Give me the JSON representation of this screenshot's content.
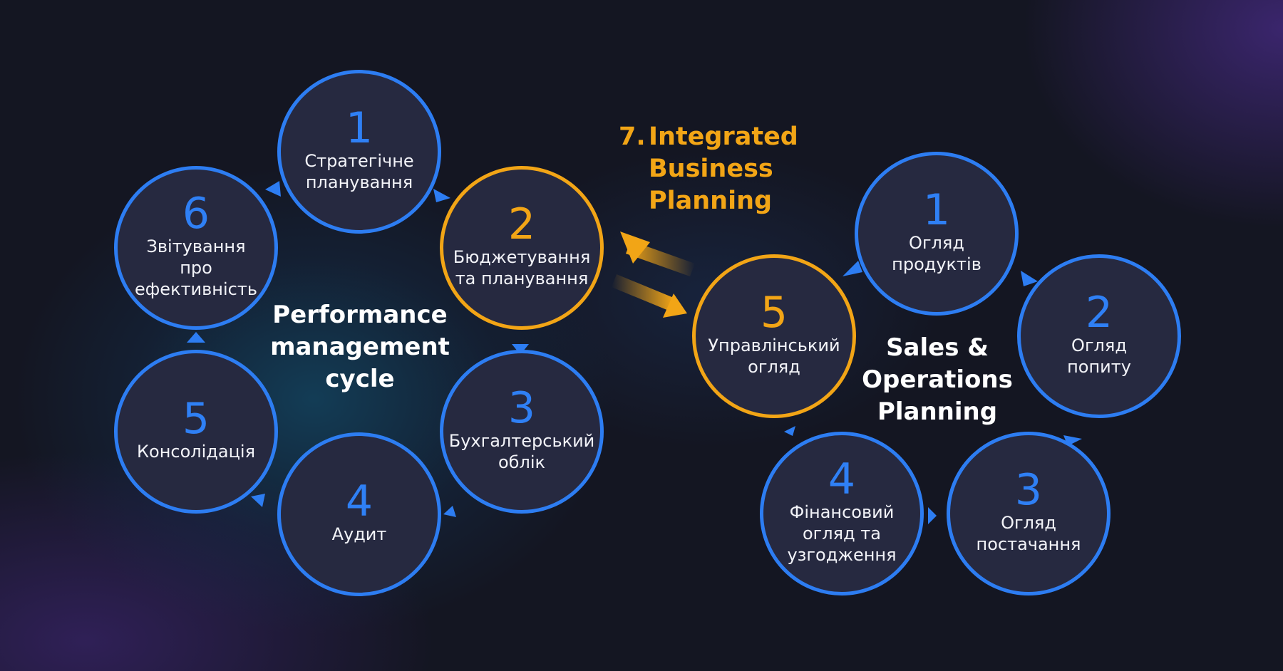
{
  "integrated_title": {
    "number": "7.",
    "line1": "Integrated",
    "line2": "Business",
    "line3": "Planning"
  },
  "pm_cycle": {
    "title": "Performance\nmanagement\ncycle",
    "steps": [
      {
        "num": "1",
        "label": "Стратегічне\nпланування"
      },
      {
        "num": "2",
        "label": "Бюджетування\nта планування"
      },
      {
        "num": "3",
        "label": "Бухгалтерський\nоблік"
      },
      {
        "num": "4",
        "label": "Аудит"
      },
      {
        "num": "5",
        "label": "Консолідація"
      },
      {
        "num": "6",
        "label": "Звітування\nпро\nефективність"
      }
    ]
  },
  "sop_cycle": {
    "title": "Sales &\nOperations\nPlanning",
    "steps": [
      {
        "num": "1",
        "label": "Огляд\nпродуктів"
      },
      {
        "num": "2",
        "label": "Огляд\nпопиту"
      },
      {
        "num": "3",
        "label": "Огляд\nпостачання"
      },
      {
        "num": "4",
        "label": "Фінансовий\nогляд та\nузгодження"
      },
      {
        "num": "5",
        "label": "Управлінський\nогляд"
      }
    ]
  },
  "colors": {
    "background": "#141622",
    "circle_fill": "#262940",
    "blue": "#2d7df2",
    "amber": "#f2a516",
    "text": "#f2f3f8"
  }
}
